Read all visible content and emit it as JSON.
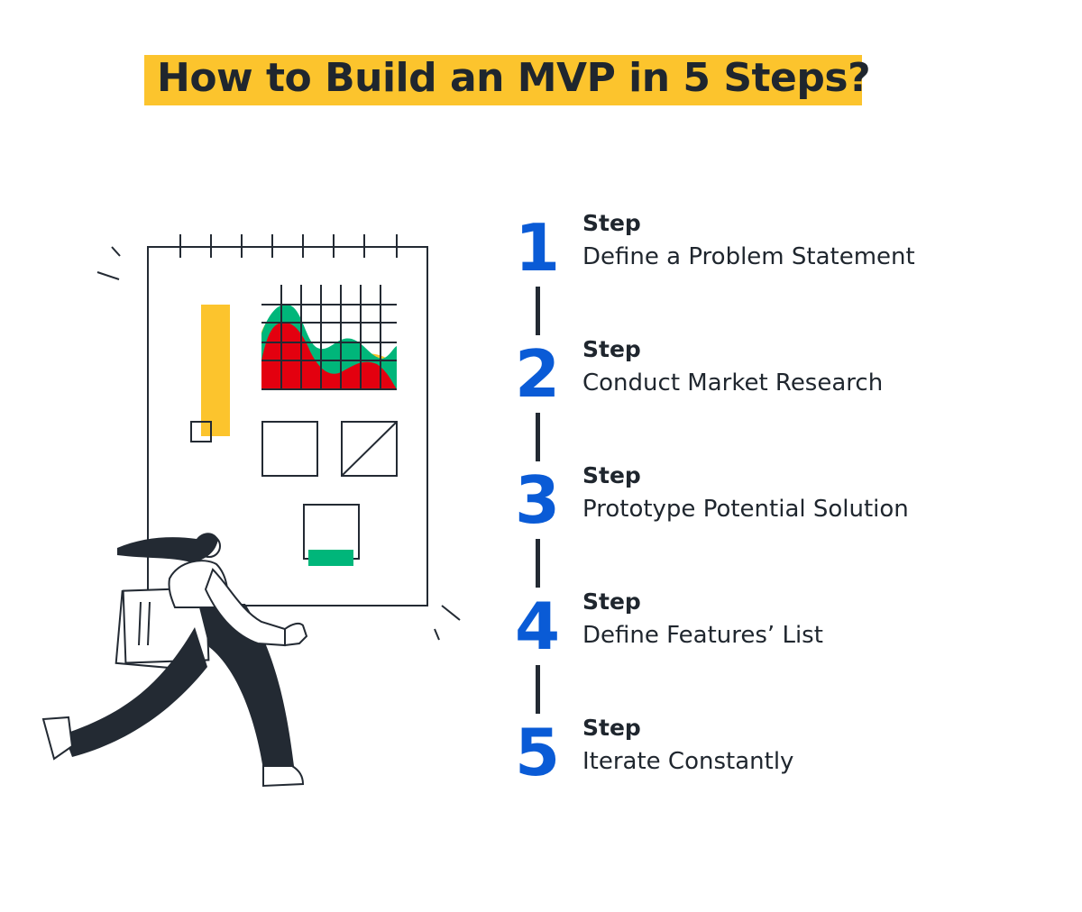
{
  "title": "How to Build an MVP in 5 Steps?",
  "colors": {
    "highlight": "#fcc42d",
    "step_number": "#0a5bd6",
    "ink": "#232a33",
    "chart_red": "#e3000f",
    "chart_green": "#00b67a",
    "chart_yellow": "#fcc42d"
  },
  "illustration": {
    "icon": "woman-carrying-board-illustration"
  },
  "steps": [
    {
      "number": "1",
      "label": "Step",
      "description": "Define a Problem Statement"
    },
    {
      "number": "2",
      "label": "Step",
      "description": "Conduct Market Research"
    },
    {
      "number": "3",
      "label": "Step",
      "description": "Prototype Potential Solution"
    },
    {
      "number": "4",
      "label": "Step",
      "description": "Define Features’ List"
    },
    {
      "number": "5",
      "label": "Step",
      "description": "Iterate Constantly"
    }
  ]
}
